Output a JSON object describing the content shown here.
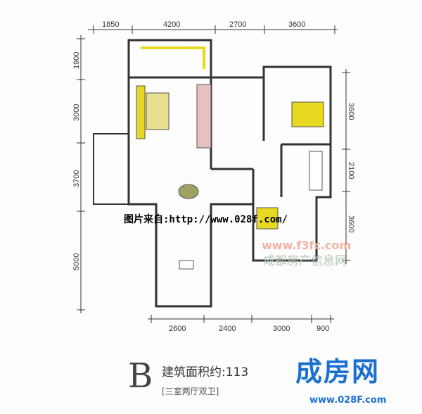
{
  "plan": {
    "dims_top": [
      "1850",
      "4200",
      "2700",
      "3600"
    ],
    "dims_left": [
      "1900",
      "3000",
      "3700",
      "5000"
    ],
    "dims_right": [
      "3600",
      "2100",
      "3600"
    ],
    "dims_bottom": [
      "2600",
      "2400",
      "3000",
      "900"
    ],
    "unit_label": "B",
    "area_text": "建筑面积约:113",
    "layout_text": "[三室两厅双卫]"
  },
  "watermarks": {
    "source": "图片来自:http://www.028f.com/",
    "site_url": "www.f3fc.com",
    "site_name": "成都房产信息网",
    "logo_text": "成房网",
    "logo_url": "www.028F.com"
  },
  "colors": {
    "wall": "#333333",
    "accent_yellow": "#e8d820",
    "logo_blue": "#1a6fd0"
  }
}
